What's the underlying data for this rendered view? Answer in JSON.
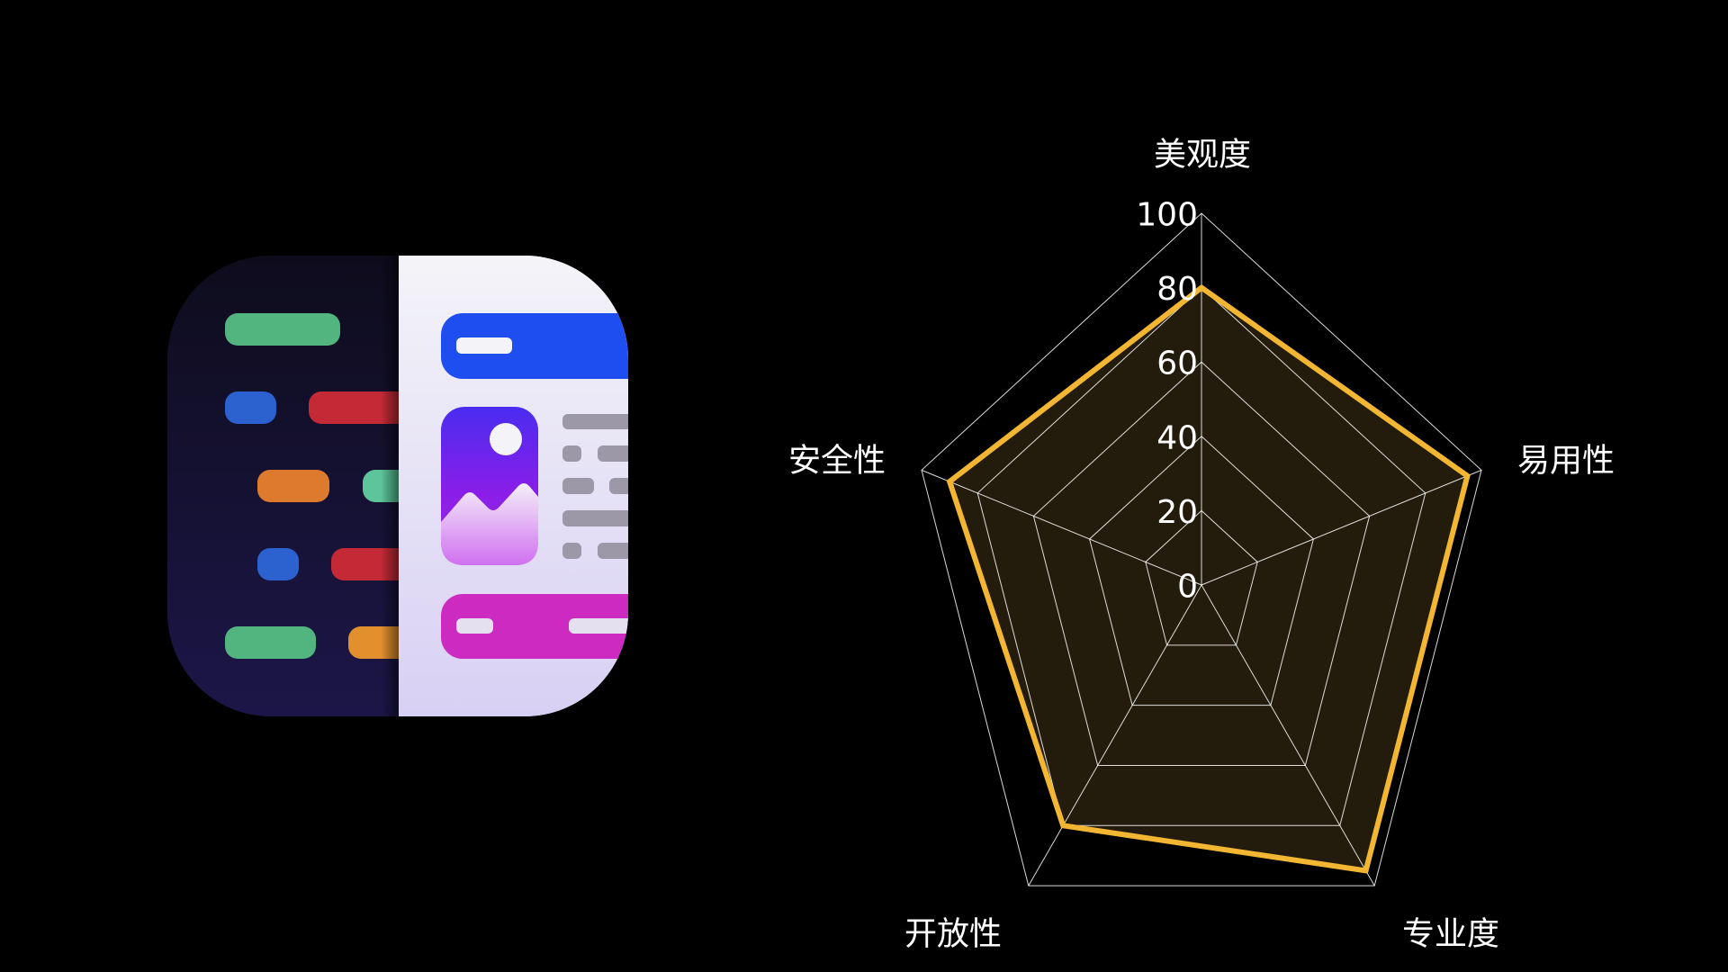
{
  "colors": {
    "background": "#000000",
    "series": "#f2b632",
    "fill": "#231c0c",
    "grid": "#ffffff"
  },
  "icon": {
    "name": "app-icon"
  },
  "chart_data": {
    "type": "radar",
    "title": "",
    "axes": [
      "美观度",
      "易用性",
      "专业度",
      "开放性",
      "安全性"
    ],
    "ticks": [
      "0",
      "20",
      "40",
      "60",
      "80",
      "100"
    ],
    "range": [
      0,
      100
    ],
    "grid": true,
    "series": [
      {
        "name": "",
        "values": [
          80,
          95,
          95,
          80,
          90
        ]
      }
    ]
  }
}
